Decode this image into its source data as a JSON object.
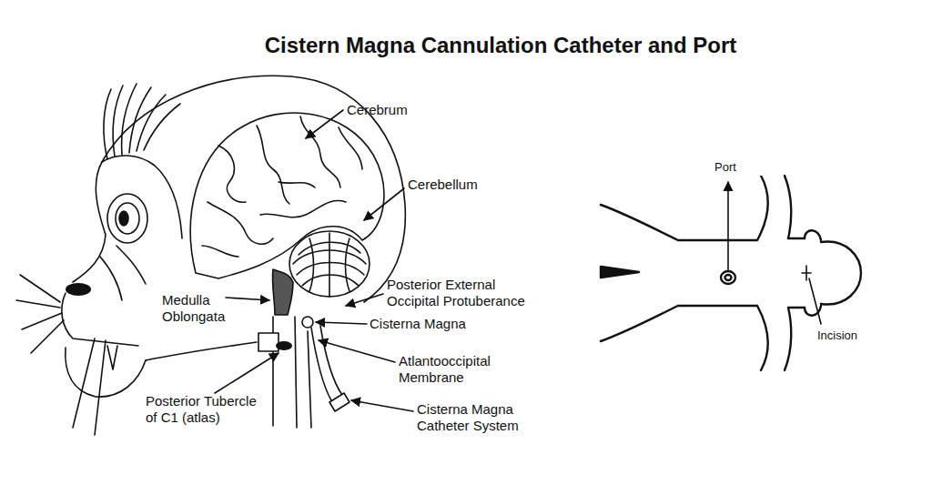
{
  "diagram": {
    "title": "Cistern Magna Cannulation Catheter and Port",
    "labels": [
      "Cerebrum",
      "Cerebellum",
      "Posterior External Occipital Protuberance",
      "Medulla Oblongata",
      "Cisterna Magna",
      "Atlantooccipital Membrane",
      "Posterior Tubercle of C1 (atlas)",
      "Cisterna Magna Catheter System",
      "Port",
      "Incision"
    ]
  }
}
